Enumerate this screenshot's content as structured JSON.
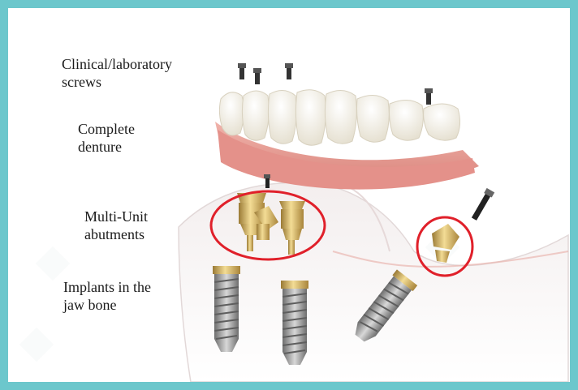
{
  "labels": {
    "screws": "Clinical/laboratory\nscrews",
    "denture": "Complete\ndenture",
    "abutments": "Multi-Unit\nabutments",
    "implants": "Implants in the\njaw bone"
  },
  "colors": {
    "frame": "#6cc7cc",
    "highlight_circle": "#e0202a",
    "gum": "#e79a94",
    "tooth": "#f4f1e8",
    "gold": "#d2ae5b",
    "titanium": "#9c9c9c"
  }
}
